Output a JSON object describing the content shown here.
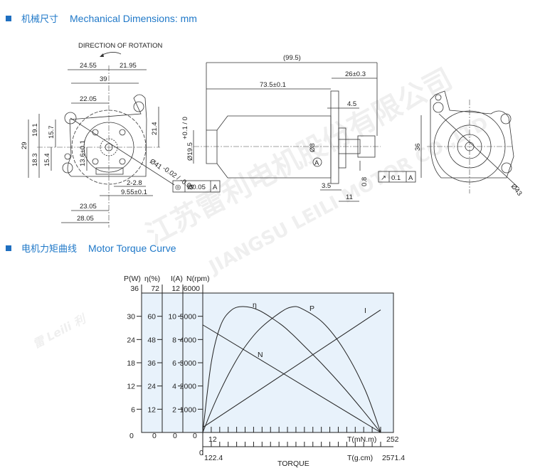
{
  "sections": {
    "mechanical": {
      "cn": "机械尺寸",
      "en": "Mechanical Dimensions: mm"
    },
    "curve": {
      "cn": "电机力矩曲线",
      "en": "Motor Torque Curve"
    }
  },
  "watermark": {
    "cn": "江苏雷利电机股份有限公司",
    "en": "JIANGSU LEILI MOTOR CO.,LTD",
    "logo": "雷 Leili 利"
  },
  "colors": {
    "accent": "#1f78c8",
    "plot_bg": "#e8f2fb"
  },
  "drawing": {
    "front": {
      "rotation_label": "DIRECTION OF ROTATION",
      "dims": [
        "24.55",
        "21.95",
        "39",
        "22.05",
        "19.1",
        "15.7",
        "21.4",
        "29",
        "18.3",
        "15.4",
        "13.6±0.1",
        "2-2.8",
        "9.55±0.1",
        "23.05",
        "28.05"
      ],
      "dia_label": "Ø41",
      "dia_tol": "-0.02 / -0.05",
      "tolerance_frame": {
        "symbol": "◎",
        "value": "Ø0.05",
        "datum": "A"
      }
    },
    "side": {
      "dims": [
        "(99.5)",
        "26±0.3",
        "73.5±0.1",
        "4.5",
        "Ø19.5",
        "+0.1 / 0",
        "Ø8",
        "3.5",
        "11",
        "0.8"
      ],
      "datum_label": "A",
      "runout_frame": {
        "symbol": "↗",
        "value": "0.1",
        "datum": "A"
      }
    },
    "rear": {
      "dims": [
        "36",
        "Ø43"
      ]
    }
  },
  "chart_data": {
    "type": "line",
    "title": "Motor Torque Curve",
    "xlabel": "TORQUE",
    "x_axes": [
      {
        "label": "T(mN.m)",
        "min_label": "12",
        "max_label": "252",
        "range": [
          0,
          252
        ]
      },
      {
        "label": "T(g.cm)",
        "min_label": "122.4",
        "max_label": "2571.4",
        "range": [
          0,
          2571.4
        ]
      }
    ],
    "y_axes": [
      {
        "label": "P(W)",
        "range": [
          0,
          36
        ],
        "ticks": [
          "0",
          "6",
          "12",
          "18",
          "24",
          "30",
          "36"
        ]
      },
      {
        "label": "η(%)",
        "range": [
          0,
          72
        ],
        "ticks": [
          "0",
          "12",
          "24",
          "36",
          "48",
          "60",
          "72"
        ]
      },
      {
        "label": "I(A)",
        "range": [
          0,
          12
        ],
        "ticks": [
          "0",
          "2",
          "4",
          "6",
          "8",
          "10",
          "12"
        ]
      },
      {
        "label": "N(rpm)",
        "range": [
          0,
          6000
        ],
        "ticks": [
          "0",
          "1000",
          "2000",
          "3000",
          "4000",
          "5000",
          "6000"
        ]
      }
    ],
    "x": [
      0,
      12,
      25,
      40,
      57,
      80,
      110,
      126,
      140,
      170,
      200,
      230,
      252
    ],
    "series": [
      {
        "name": "P",
        "axis": 0,
        "values": [
          0,
          5.5,
          10.8,
          16.2,
          21.4,
          26.6,
          31.0,
          32.4,
          32.0,
          28.4,
          21.4,
          11.0,
          0
        ]
      },
      {
        "name": "η",
        "axis": 1,
        "values": [
          0,
          36,
          55,
          63,
          65,
          63,
          56,
          51,
          46,
          35,
          23,
          10,
          0
        ]
      },
      {
        "name": "I",
        "axis": 2,
        "values": [
          0.43,
          0.91,
          1.43,
          2.03,
          2.71,
          3.64,
          4.84,
          5.48,
          6.04,
          7.25,
          8.45,
          9.65,
          10.55
        ]
      },
      {
        "name": "N",
        "axis": 3,
        "values": [
          4630,
          4410,
          4170,
          3895,
          3583,
          3160,
          2609,
          2315,
          2058,
          1507,
          956,
          404,
          0
        ]
      }
    ],
    "series_labels": [
      "η",
      "P",
      "I",
      "N"
    ],
    "grid": false
  }
}
